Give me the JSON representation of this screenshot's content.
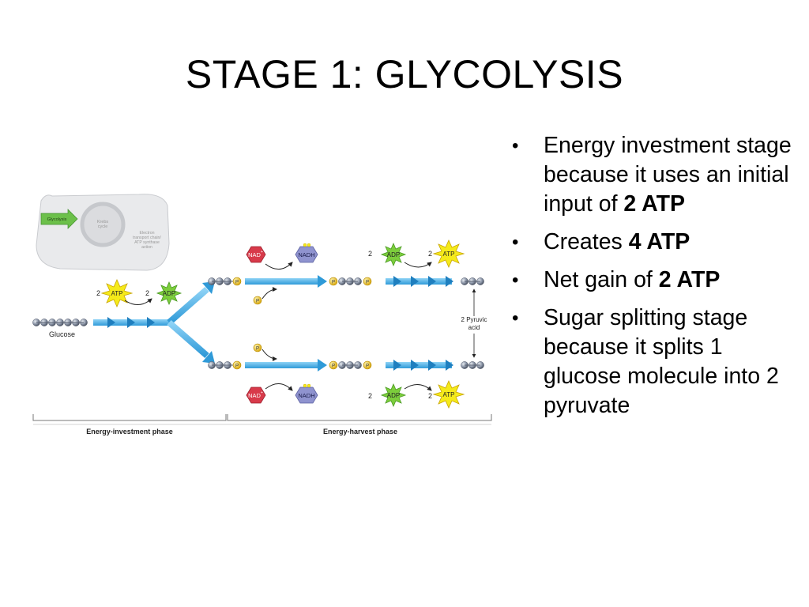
{
  "slide": {
    "title": "STAGE 1: GLYCOLYSIS"
  },
  "bullets": [
    {
      "parts": [
        {
          "text": "Energy investment stage because it uses an initial input of ",
          "bold": false
        },
        {
          "text": "2 ATP",
          "bold": true
        }
      ]
    },
    {
      "parts": [
        {
          "text": "Creates ",
          "bold": false
        },
        {
          "text": "4 ATP",
          "bold": true
        }
      ]
    },
    {
      "parts": [
        {
          "text": "Net gain of ",
          "bold": false
        },
        {
          "text": "2 ATP",
          "bold": true
        }
      ]
    },
    {
      "parts": [
        {
          "text": "Sugar splitting stage because it splits 1 glucose molecule into 2 pyruvate",
          "bold": false
        }
      ]
    }
  ],
  "diagram": {
    "inset": {
      "glycolysis": "Glycolysis",
      "krebs_line1": "Krebs",
      "krebs_line2": "cycle",
      "etc_line1": "Electron",
      "etc_line2": "transport chain/",
      "etc_line3": "ATP synthase",
      "etc_line4": "action"
    },
    "glucose": "Glucose",
    "atp": "ATP",
    "adp": "ADP",
    "nad": "NAD",
    "nad_sup": "+",
    "nadh": "NADH",
    "p": "P",
    "two": "2",
    "pyruvic_line1": "2 Pyruvic",
    "pyruvic_line2": "acid",
    "phase_investment": "Energy-investment phase",
    "phase_harvest": "Energy-harvest phase",
    "colors": {
      "arrow": "#4ab3e8",
      "atp": "#f5ea1a",
      "adp": "#7ccd3c",
      "nad": "#d83a4a",
      "nadh": "#8f93cf",
      "phosphate": "#e8c11a",
      "bead": "#8a94a6"
    }
  }
}
